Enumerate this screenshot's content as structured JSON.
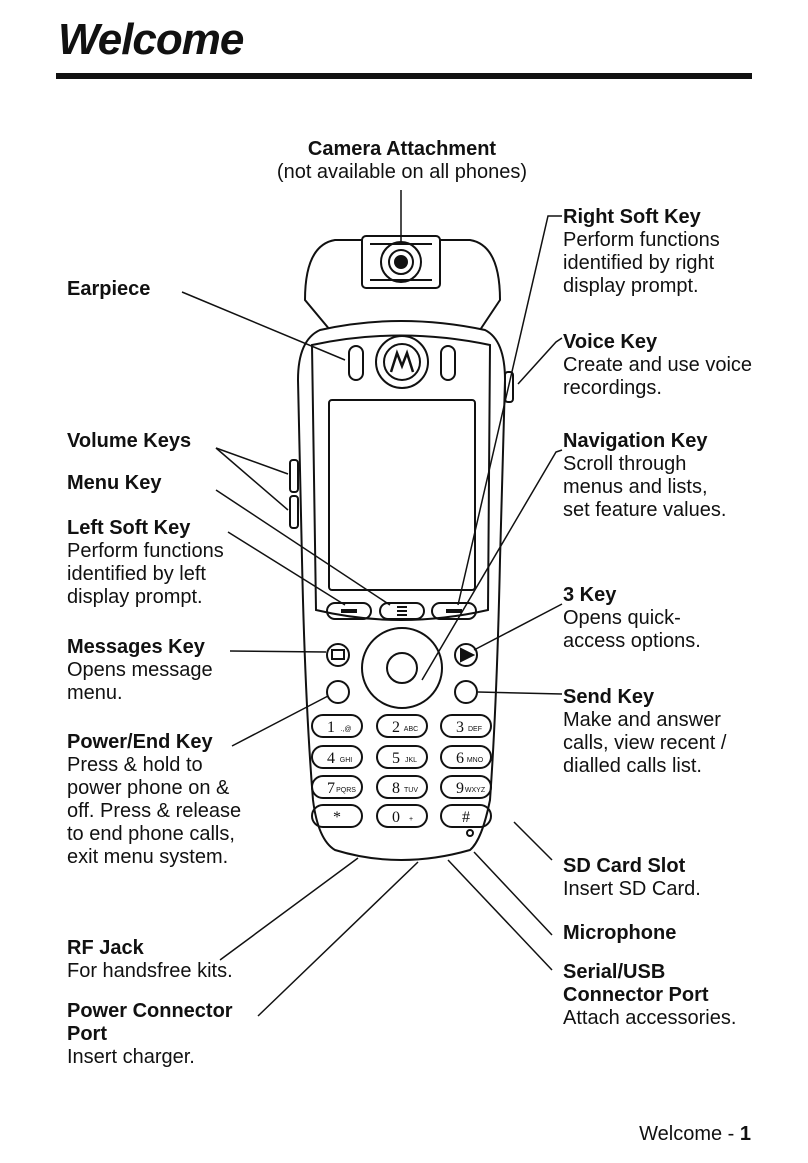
{
  "page": {
    "title": "Welcome"
  },
  "callouts": [
    {
      "id": "camera",
      "heading": "Camera Attachment",
      "desc": "(not available on all phones)"
    },
    {
      "id": "earpiece",
      "heading": "Earpiece",
      "desc": ""
    },
    {
      "id": "volume",
      "heading": "Volume Keys",
      "desc": ""
    },
    {
      "id": "menu",
      "heading": "Menu Key",
      "desc": ""
    },
    {
      "id": "leftsoft",
      "heading": "Left Soft Key",
      "desc": "Perform functions identified by left display prompt."
    },
    {
      "id": "messages",
      "heading": "Messages Key",
      "desc": "Opens message menu."
    },
    {
      "id": "power",
      "heading": "Power/End Key",
      "desc": "Press & hold to power phone on & off. Press & release to end phone calls, exit menu system."
    },
    {
      "id": "rf",
      "heading": "RF Jack",
      "desc": "For handsfree kits."
    },
    {
      "id": "powerconn",
      "heading": "Power Connector Port",
      "desc": "Insert charger."
    },
    {
      "id": "rightsoft",
      "heading": "Right Soft Key",
      "desc": "Perform functions identified by right display prompt."
    },
    {
      "id": "voice",
      "heading": "Voice Key",
      "desc": "Create and use voice recordings."
    },
    {
      "id": "nav",
      "heading": "Navigation Key",
      "desc": "Scroll through menus and lists, set feature values."
    },
    {
      "id": "key3",
      "heading": "3 Key",
      "desc": "Opens quick-access options."
    },
    {
      "id": "send",
      "heading": "Send Key",
      "desc": "Make and answer calls, view recent / dialled calls list."
    },
    {
      "id": "sd",
      "heading": "SD Card Slot",
      "desc": "Insert SD Card."
    },
    {
      "id": "mic",
      "heading": "Microphone",
      "desc": ""
    },
    {
      "id": "serial",
      "heading": "Serial/USB Connector Port",
      "desc": "Attach accessories."
    }
  ],
  "keypad": [
    [
      "1",
      ".,@"
    ],
    [
      "2",
      "ABC"
    ],
    [
      "3",
      "DEF"
    ],
    [
      "4",
      "GHI"
    ],
    [
      "5",
      "JKL"
    ],
    [
      "6",
      "MNO"
    ],
    [
      "7",
      "PQRS"
    ],
    [
      "8",
      "TUV"
    ],
    [
      "9",
      "WXYZ"
    ],
    [
      "*",
      ""
    ],
    [
      "0",
      "+"
    ],
    [
      "#",
      ""
    ]
  ],
  "footer": {
    "label": "Welcome - ",
    "page_number": "1"
  }
}
